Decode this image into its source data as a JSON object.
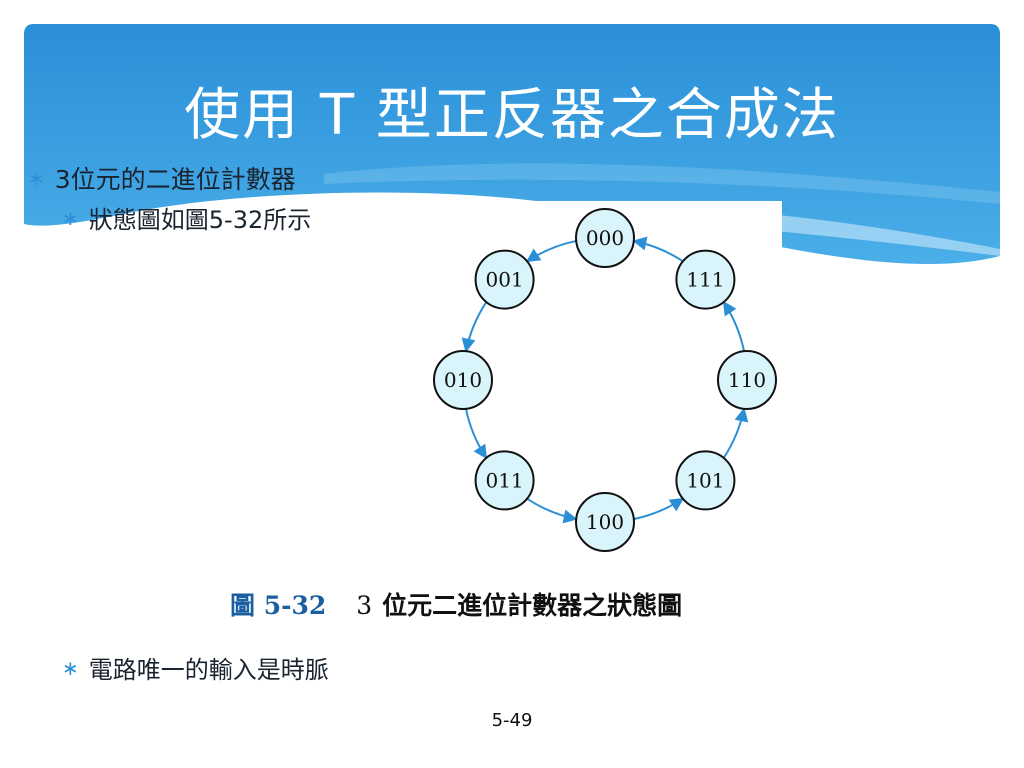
{
  "slide": {
    "title": "使用 T 型正反器之合成法",
    "bullets": [
      {
        "text": "3位元的二進位計數器",
        "marker": "∗"
      },
      {
        "text": "狀態圖如圖5-32所示",
        "marker": "∗"
      },
      {
        "text": "電路唯一的輸入是時脈",
        "marker": "∗"
      }
    ],
    "page_number": "5-49",
    "colors": {
      "header": "#2b8fd8",
      "node_fill": "#d9f4fb",
      "arrow": "#2b8fd8"
    }
  },
  "diagram": {
    "states": [
      "000",
      "111",
      "110",
      "101",
      "100",
      "011",
      "010",
      "001"
    ],
    "transitions": [
      {
        "from": "000",
        "to": "001"
      },
      {
        "from": "001",
        "to": "010"
      },
      {
        "from": "010",
        "to": "011"
      },
      {
        "from": "011",
        "to": "100"
      },
      {
        "from": "100",
        "to": "101"
      },
      {
        "from": "101",
        "to": "110"
      },
      {
        "from": "110",
        "to": "111"
      },
      {
        "from": "111",
        "to": "000"
      }
    ],
    "caption": {
      "figure": "圖 5-32",
      "number": "3",
      "text": "位元二進位計數器之狀態圖"
    }
  }
}
